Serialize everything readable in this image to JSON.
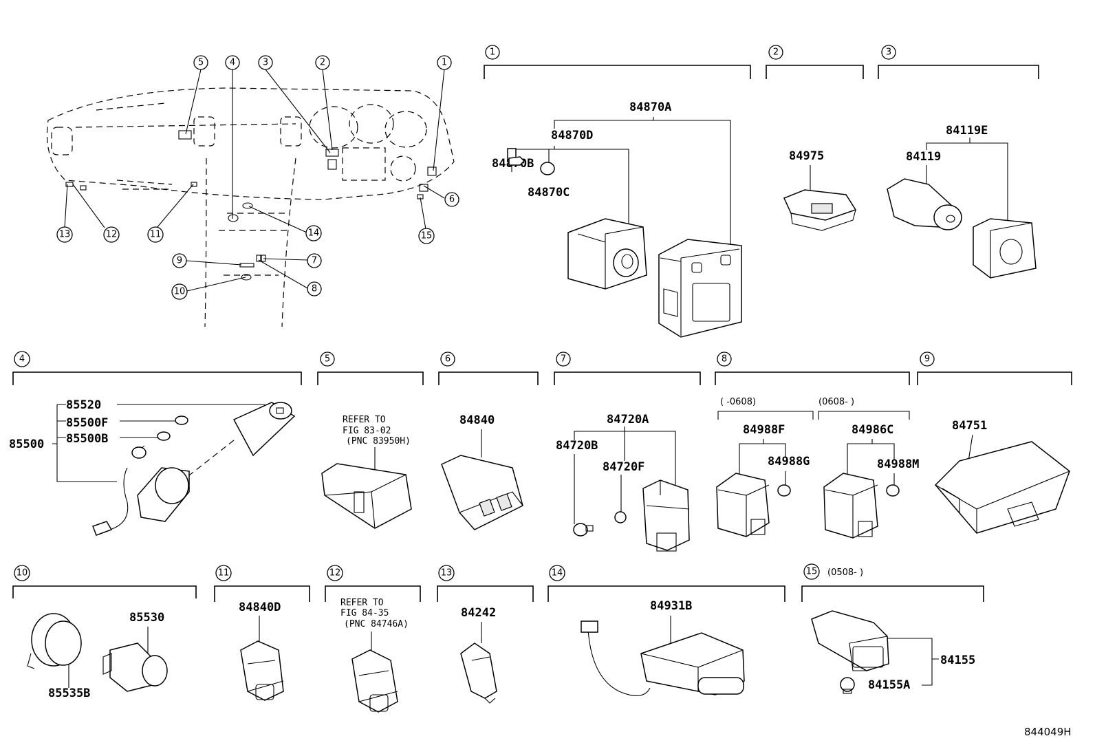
{
  "diagram_code": "844049H",
  "callouts": [
    "1",
    "2",
    "3",
    "4",
    "5",
    "6",
    "7",
    "8",
    "9",
    "10",
    "11",
    "12",
    "13",
    "14",
    "15"
  ],
  "parts": {
    "p84870A": "84870A",
    "p84870D": "84870D",
    "p84870B": "84870B",
    "p84870C": "84870C",
    "p84975": "84975",
    "p84119E": "84119E",
    "p84119": "84119",
    "p85520": "85520",
    "p85500F": "85500F",
    "p85500B": "85500B",
    "p85500": "85500",
    "p84840": "84840",
    "p84720A": "84720A",
    "p84720B": "84720B",
    "p84720F": "84720F",
    "p84988F": "84988F",
    "p84988G": "84988G",
    "p84986C": "84986C",
    "p84988M": "84988M",
    "p84751": "84751",
    "p85530": "85530",
    "p85535B": "85535B",
    "p84840D": "84840D",
    "p84242": "84242",
    "p84931B": "84931B",
    "p84155": "84155",
    "p84155A": "84155A"
  },
  "refer5": [
    "REFER TO",
    "FIG 83-02",
    "(PNC 83950H)"
  ],
  "refer12": [
    "REFER TO",
    "FIG 84-35",
    "(PNC 84746A)"
  ],
  "date_ranges": {
    "g8_left": "(      -0608)",
    "g8_right": "(0608-       )",
    "g15": "(0508-       )"
  }
}
